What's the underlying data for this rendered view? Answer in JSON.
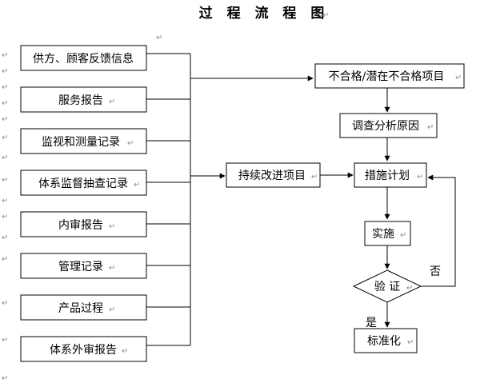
{
  "title": "过 程 流 程 图",
  "para_mark": "↵",
  "inputs": [
    "供方、顾客反馈信息",
    "服务报告",
    "监视和测量记录",
    "体系监督抽查记录",
    "内审报告",
    "管理记录",
    "产品过程",
    "体系外审报告"
  ],
  "nodes": {
    "nonconform": "不合格/潜在不合格项目",
    "analysis": "调查分析原因",
    "improve": "持续改进项目",
    "measures": "措施计划",
    "implement": "实施",
    "verify": "验 证",
    "standardize": "标准化"
  },
  "edge_labels": {
    "no": "否",
    "yes": "是"
  }
}
